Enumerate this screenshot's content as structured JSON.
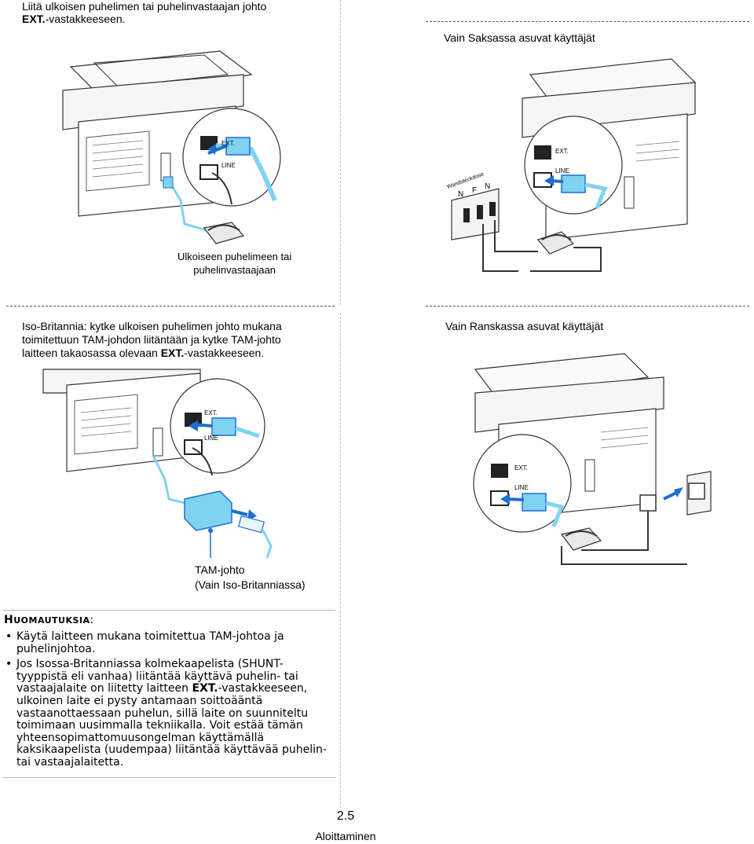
{
  "sections": {
    "intro": {
      "line1": "Liitä ulkoisen puhelimen tai puhelinvastaajan johto",
      "ext": "EXT.",
      "line2_rest": "-vastakkeeseen."
    },
    "germany": {
      "title": "Vain Saksassa asuvat käyttäjät",
      "socket_label": "Wandsteckdose",
      "socket_letters": [
        "N",
        "F",
        "N"
      ]
    },
    "external": {
      "caption_line1": "Ulkoiseen puhelimeen tai",
      "caption_line2": "puhelinvastaajaan"
    },
    "uk": {
      "line1": "Iso-Britannia: kytke ulkoisen puhelimen johto mukana",
      "line2": "toimitettuun TAM-johdon liitäntään ja kytke TAM-johto",
      "line3_start": "laitteen takaosassa olevaan ",
      "ext": "EXT.",
      "line3_end": "-vastakkeeseen.",
      "caption_line1": "TAM-johto",
      "caption_line2": "(Vain Iso-Britanniassa)"
    },
    "france": {
      "title": "Vain Ranskassa asuvat käyttäjät"
    }
  },
  "port_labels": {
    "ext": "EXT.",
    "line": "LINE"
  },
  "notes": {
    "title_big": "H",
    "title_small": "UOMAUTUKSIA",
    "title_colon": ":",
    "item1": "Käytä laitteen mukana toimitettua TAM-johtoa ja puhelinjohtoa.",
    "item2_start": "Jos Isossa-Britanniassa kolmekaapelista (SHUNT-tyyppistä eli vanhaa) liitäntää käyttävä puhelin- tai vastaajalaite on liitetty laitteen ",
    "item2_ext": "EXT.",
    "item2_end": "-vastakkeeseen, ulkoinen laite ei pysty antamaan soittoääntä vastaanottaessaan puhelun, sillä laite on suunniteltu toimimaan uusimmalla tekniikalla. Voit estää tämän yhteensopimattomuusongelman käyttämällä kaksikaapelista (uudempaa) liitäntää käyttävää puhelin-tai vastaajalaitetta."
  },
  "footer": {
    "page_number": "2.5",
    "section": "Aloittaminen"
  },
  "colors": {
    "accent_blue": "#1f6fd0",
    "cable_light": "#7fd3f0",
    "line_gray": "#333333"
  }
}
